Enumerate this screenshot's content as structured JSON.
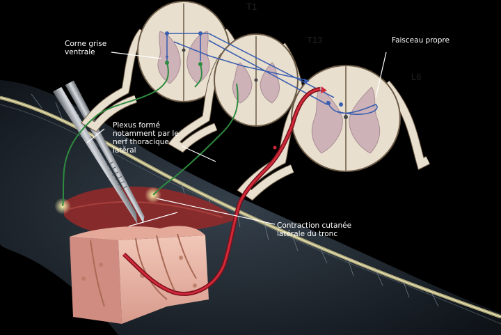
{
  "segments": {
    "t1": "T1",
    "t13": "T13",
    "l6": "L6"
  },
  "labels": {
    "corne_grise": "Corne grise\nventrale",
    "faisceau": "Faisceau propre",
    "plexus": "Plexus formé\nnotamment par le\nnerf thoracique\nlatéral",
    "contraction": "Contraction cutanée\nlatérale du tronc"
  },
  "colors": {
    "motor_nerve": "#2e8b3e",
    "sensory_nerve": "#c0182a",
    "propriospinal": "#3b5fb0",
    "cord_white_matter": "#e9dfcf",
    "cord_gray_matter": "#cdb3b8",
    "skin": "#e7b4a4",
    "muscle": "#8e2a2a",
    "body_silhouette": "#2a3440"
  }
}
